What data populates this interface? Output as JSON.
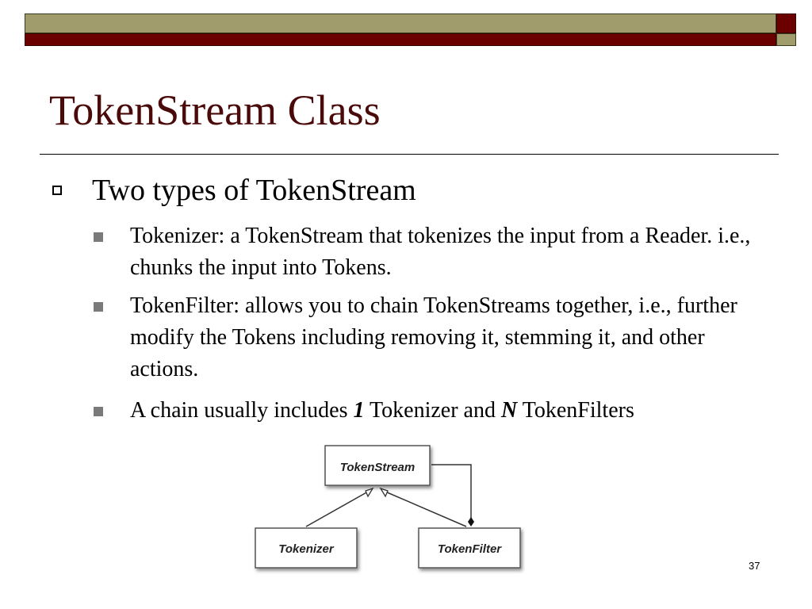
{
  "slide": {
    "title": "TokenStream Class",
    "page_number": "37",
    "bullets": [
      {
        "text": "Two types of TokenStream",
        "sub": [
          {
            "parts": [
              "Tokenizer: a TokenStream that tokenizes the input from a Reader. i.e., chunks the input into Tokens."
            ]
          },
          {
            "parts": [
              "TokenFilter: allows you to chain TokenStreams together, i.e., further modify the Tokens including removing it, stemming it, and other actions."
            ]
          },
          {
            "parts": [
              "A chain usually includes ",
              "1",
              " Tokenizer and ",
              "N",
              " TokenFilters"
            ]
          }
        ]
      }
    ]
  },
  "diagram": {
    "boxes": {
      "top": "TokenStream",
      "left": "Tokenizer",
      "right": "TokenFilter"
    }
  },
  "colors": {
    "olive": "#a09c6c",
    "maroon": "#6b0000",
    "title": "#4a0a0a"
  }
}
